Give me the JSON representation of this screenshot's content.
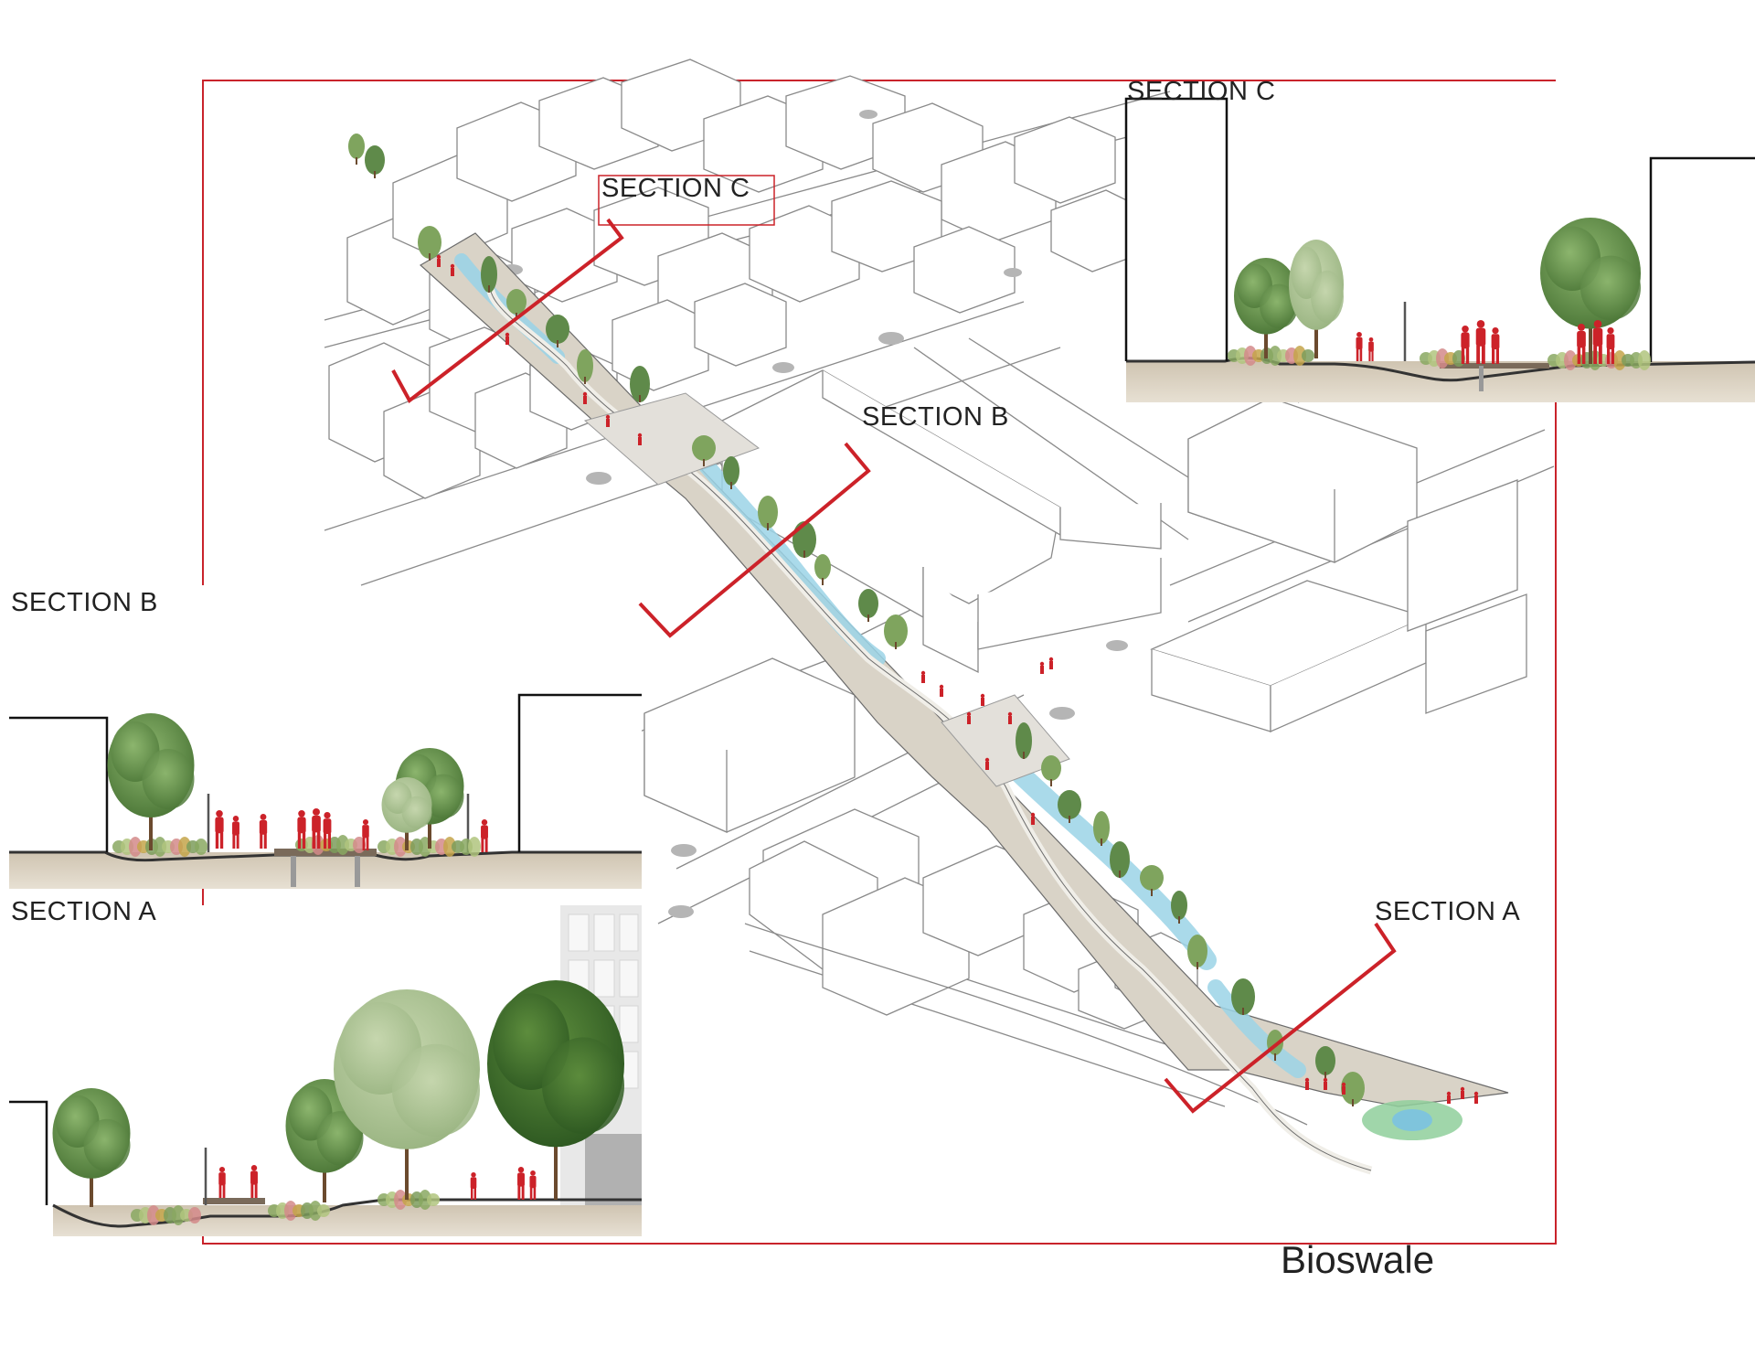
{
  "title": "Bioswale",
  "labels": {
    "section_c_panel": "SECTION C",
    "section_c_plan": "SECTION C",
    "section_b_plan": "SECTION B",
    "section_b_panel": "SECTION B",
    "section_a_panel": "SECTION A",
    "section_a_plan": "SECTION A"
  },
  "colors": {
    "accent_red": "#cc2229",
    "frame_red": "#c9232b",
    "water": "#9bd3e6",
    "planting": "#5f8a4a",
    "ground": "#d8cfbf",
    "building_line": "#8a8a8a"
  }
}
